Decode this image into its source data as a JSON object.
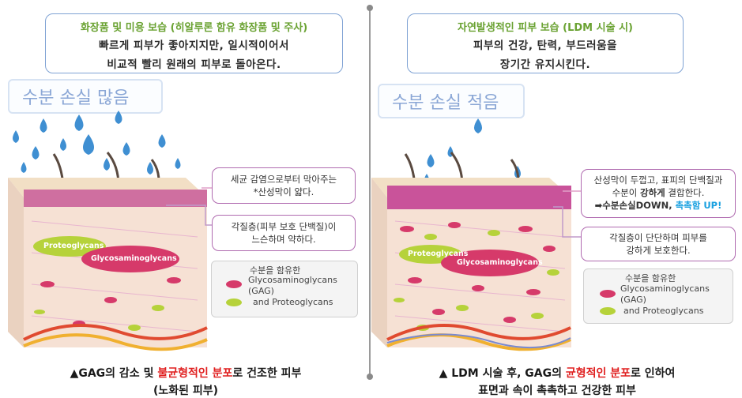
{
  "left": {
    "box_title": "화장품 및 미용 보습 (히알루론 함유 화장품 및 주사)",
    "box_line1": "빠르게 피부가 좋아지지만, 일시적이어서",
    "box_line2": "비교적 빨리 원래의 피부로 돌아온다.",
    "water_label": "수분 손실 많음",
    "callout1_line1": "세균 감염으로부터 막아주는",
    "callout1_line2": "*산성막이 얇다.",
    "callout2_line1": "각질층(피부 보호 단백질)이",
    "callout2_line2": "느슨하며 약하다.",
    "proteo_label": "Proteoglycans",
    "glyco_label": "Glycosaminoglycans",
    "legend_title": "수분을 함유한",
    "legend_item1a": "Glycosaminoglycans",
    "legend_item1b": "(GAG)",
    "legend_item2": "and Proteoglycans",
    "caption_pre": "▲GAG의 감소 및 ",
    "caption_red": "불균형적인 분포",
    "caption_post": "로 건조한 피부",
    "caption_line2": "(노화된 피부)"
  },
  "right": {
    "box_title": "자연발생적인 피부 보습 (LDM 시술 시)",
    "box_line1": "피부의 건강, 탄력, 부드러움을",
    "box_line2": "장기간 유지시킨다.",
    "water_label": "수분 손실 적음",
    "callout1_line1": "산성막이 두껍고, 표피의 단백질과",
    "callout1_line2_pre": "수분이 ",
    "callout1_line2_bold": "강하게",
    "callout1_line2_post": " 결합한다.",
    "callout1_line3_pre": "➡수분손실DOWN, ",
    "callout1_line3_blue": "촉촉함 UP!",
    "callout2_line1": "각질층이 단단하며 피부를",
    "callout2_line2": "강하게 보호한다.",
    "proteo_label": "Proteoglycans",
    "glyco_label": "Glycosaminoglycans",
    "legend_title": "수분을 함유한",
    "legend_item1a": "Glycosaminoglycans",
    "legend_item1b": "(GAG)",
    "legend_item2": "and Proteoglycans",
    "caption_pre": "▲ LDM 시술 후, GAG의 ",
    "caption_red": "균형적인 분포",
    "caption_post": "로 인하여",
    "caption_line2": "표면과 속이 촉촉하고 건강한 피부"
  },
  "colors": {
    "title_green": "#6aa232",
    "emphasis_red": "#e02020",
    "emphasis_blue": "#18a0e0",
    "box_border": "#7fa2d4",
    "callout_border": "#b06bb0",
    "gag_pink": "#d63a6a",
    "proteo_green": "#b6d23a",
    "drop_blue": "#3f8fd2"
  }
}
